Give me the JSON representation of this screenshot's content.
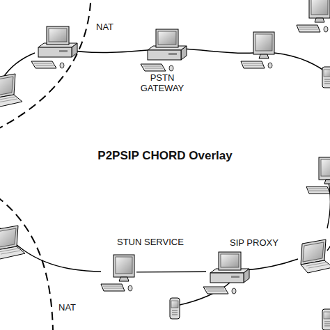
{
  "diagram": {
    "title": "P2PSIP CHORD Overlay",
    "nodes": [
      {
        "text": [
          "PSTN GATEWAY"
        ]
      },
      {
        "text": [
          "STUN SERVICE"
        ]
      },
      {
        "text": [
          "SIP PROXY"
        ]
      }
    ],
    "edges": [
      {
        "from": 1,
        "to": 2,
        "arrow": "none"
      }
    ],
    "labels": [
      "NAT",
      "NAT"
    ]
  }
}
